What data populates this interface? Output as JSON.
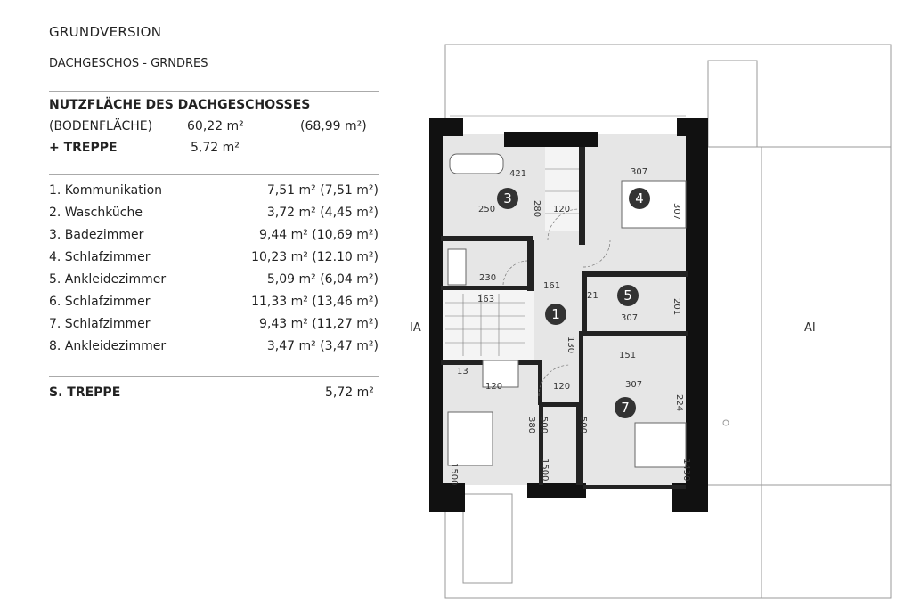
{
  "header": {
    "title": "GRUNDVERSION",
    "subtitle": "DACHGESCHOS - GRNDRES"
  },
  "summary": {
    "heading": "NUTZFLÄCHE DES DACHGESCHOSSES",
    "floor_label": "(BODENFLÄCHE)",
    "floor_area": "60,22 m²",
    "floor_area_total": "(68,99 m²)",
    "stairs_label": "+ TREPPE",
    "stairs_area": "5,72 m²"
  },
  "rooms": [
    {
      "name": "1. Kommunikation",
      "area": "7,51 m²  (7,51 m²)"
    },
    {
      "name": "2. Waschküche",
      "area": "3,72 m²  (4,45 m²)"
    },
    {
      "name": "3. Badezimmer",
      "area": "9,44 m²  (10,69 m²)"
    },
    {
      "name": "4. Schlafzimmer",
      "area": "10,23 m²  (12.10 m²)"
    },
    {
      "name": "5. Ankleidezimmer",
      "area": "5,09 m²  (6,04 m²)"
    },
    {
      "name": "6. Schlafzimmer",
      "area": "11,33 m²  (13,46 m²)"
    },
    {
      "name": "7. Schlafzimmer",
      "area": "9,43 m²  (11,27 m²)"
    },
    {
      "name": "8. Ankleidezimmer",
      "area": "3,47 m²  (3,47 m²)"
    }
  ],
  "stairs_total": {
    "label": "S. TREPPE",
    "area": "5,72 m²"
  },
  "plan": {
    "section_left": "IA",
    "section_right": "AI",
    "markers": [
      "1",
      "3",
      "4",
      "5",
      "7"
    ],
    "dimensions": [
      "421",
      "280",
      "250",
      "120",
      "307",
      "307",
      "230",
      "161",
      "163",
      "307",
      "201",
      "21",
      "130",
      "151",
      "13",
      "120",
      "120",
      "307",
      "224",
      "380",
      "500",
      "500",
      "1500",
      "1500",
      "1430"
    ]
  }
}
